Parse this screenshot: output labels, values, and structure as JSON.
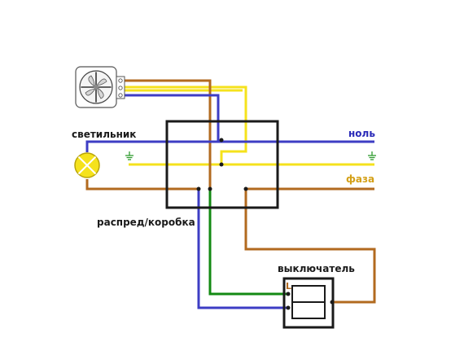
{
  "labels": {
    "lamp": "светильник",
    "neutral": "ноль",
    "phase": "фаза",
    "junction_box": "распред/коробка",
    "switch": "выключатель",
    "switch_line_terminal": "L"
  },
  "colors": {
    "neutral_wire": "#3d3dc4",
    "phase_wire": "#b26a1f",
    "ground_wire": "#f5e21c",
    "switched_wire": "#138a13",
    "outline": "#1a1a1a",
    "neutral_text": "#2a2ab8",
    "phase_text": "#d4a017"
  },
  "icons": {
    "fan": "fan-icon",
    "lamp": "lamp-icon",
    "ground": "ground-icon"
  }
}
